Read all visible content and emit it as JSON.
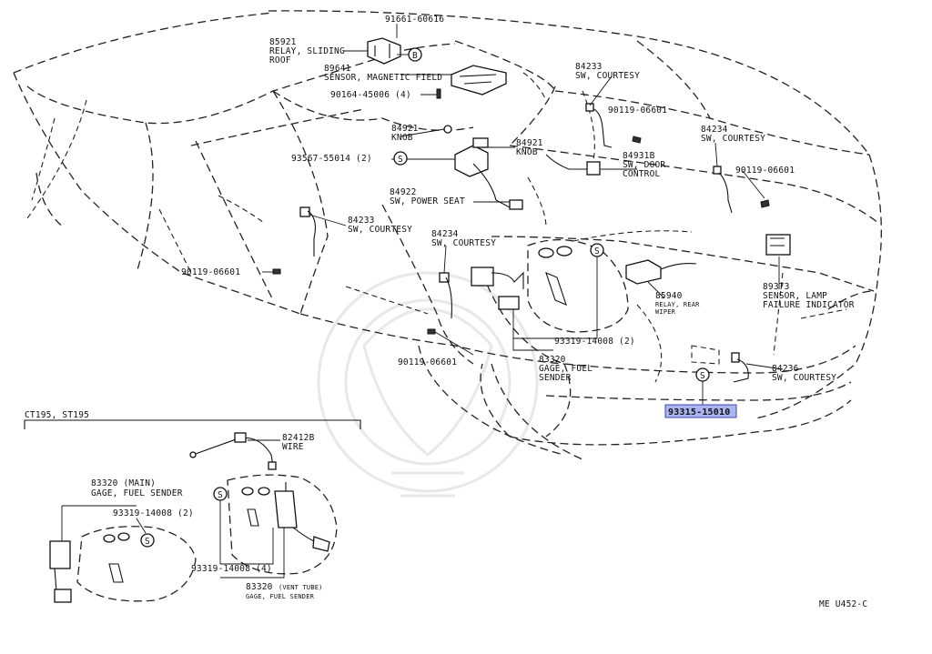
{
  "diagram_id": "ME U452-C",
  "callouts": {
    "c91661": "91661-60616",
    "c85921_num": "85921",
    "c85921_name1": "RELAY, SLIDING",
    "c85921_name2": "ROOF",
    "c89641_num": "89641",
    "c89641_name": "SENSOR, MAGNETIC FIELD",
    "c90164": "90164-45006 (4)",
    "c84233a_num": "84233",
    "c84233a_name": "SW, COURTESY",
    "c90119a": "90119-06601",
    "c84921a_num": "84921",
    "c84921a_name": "KNOB",
    "c84921b_num": "84921",
    "c84921b_name": "KNOB",
    "c93567": "93567-55014 (2)",
    "c84931_num": "84931B",
    "c84931_name1": "SW, DOOR",
    "c84931_name2": "CONTROL",
    "c84234a_num": "84234",
    "c84234a_name": "SW, COURTESY",
    "c90119b": "90119-06601",
    "c84922_num": "84922",
    "c84922_name": "SW, POWER SEAT",
    "c84233b_num": "84233",
    "c84233b_name": "SW, COURTESY",
    "c84234b_num": "84234",
    "c84234b_name": "SW, COURTESY",
    "c90119c": "90119-06601",
    "c85940_num": "85940",
    "c85940_name1": "RELAY, REAR",
    "c85940_name2": "WIPER",
    "c89373_num": "89373",
    "c89373_name1": "SENSOR, LAMP",
    "c89373_name2": "FAILURE INDICATOR",
    "c93319a": "93319-14008 (2)",
    "c90119d": "90119-06601",
    "c83320_num": "83320",
    "c83320_name1": "GAGE, FUEL",
    "c83320_name2": "SENDER",
    "c84236_num": "84236",
    "c84236_name": "SW, COURTESY",
    "c93315": "93315-15010"
  },
  "inset": {
    "title": "CT195, ST195",
    "c82412_num": "82412B",
    "c82412_name": "WIRE",
    "c83320m_num": "83320 (MAIN)",
    "c83320m_name": "GAGE, FUEL SENDER",
    "c93319b": "93319-14008 (2)",
    "c93319c": "93319-14008 (4)",
    "c83320v_num": "83320",
    "c83320v_note": "(VENT TUBE)",
    "c83320v_name": "GAGE, FUEL SENDER"
  },
  "markers": {
    "b": "B",
    "s": "S"
  },
  "highlight_color": "#aab4ee"
}
